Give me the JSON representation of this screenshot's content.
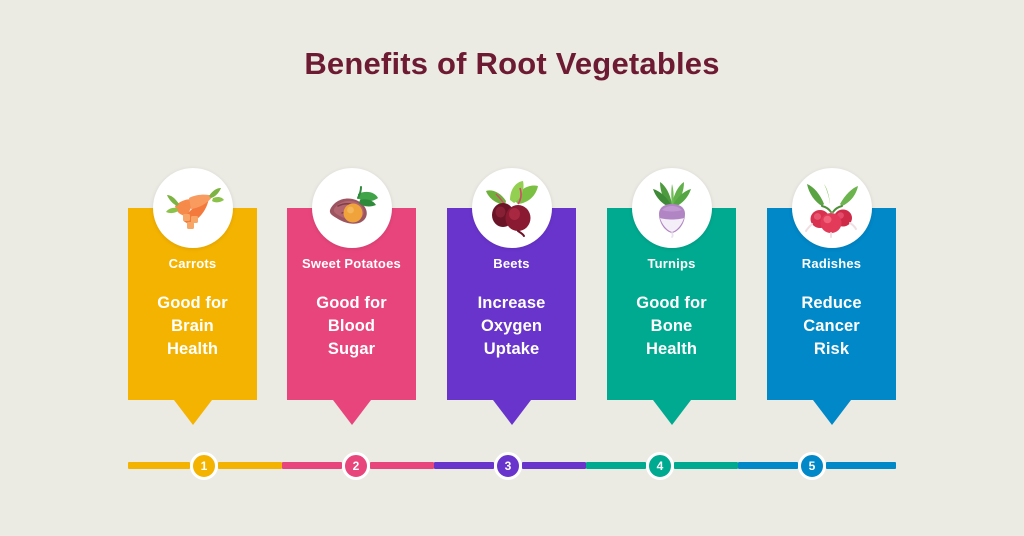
{
  "page": {
    "background_color": "#ebeae3",
    "title": "Benefits of Root Vegetables",
    "title_color": "#6d1b32"
  },
  "cards": [
    {
      "index": 1,
      "step": "1",
      "label": "Carrots",
      "benefit": "Good for\nBrain\nHealth",
      "benefit_lines": [
        "Good for",
        "Brain",
        "Health"
      ],
      "color": "#f5b301",
      "icon": "carrot-icon"
    },
    {
      "index": 2,
      "step": "2",
      "label": "Sweet Potatoes",
      "benefit": "Good for\nBlood\nSugar",
      "benefit_lines": [
        "Good for",
        "Blood",
        "Sugar"
      ],
      "color": "#e8457c",
      "icon": "sweet-potato-icon"
    },
    {
      "index": 3,
      "step": "3",
      "label": "Beets",
      "benefit": "Increase\nOxygen\nUptake",
      "benefit_lines": [
        "Increase",
        "Oxygen",
        "Uptake"
      ],
      "color": "#6934cc",
      "icon": "beet-icon"
    },
    {
      "index": 4,
      "step": "4",
      "label": "Turnips",
      "benefit": "Good for\nBone\nHealth",
      "benefit_lines": [
        "Good for",
        "Bone",
        "Health"
      ],
      "color": "#00aa90",
      "icon": "turnip-icon"
    },
    {
      "index": 5,
      "step": "5",
      "label": "Radishes",
      "benefit": "Reduce\nCancer\nRisk",
      "benefit_lines": [
        "Reduce",
        "Cancer",
        "Risk"
      ],
      "color": "#0088c8",
      "icon": "radish-icon"
    }
  ],
  "timeline": {
    "node_ring_color": "#ffffff",
    "steps": [
      "1",
      "2",
      "3",
      "4",
      "5"
    ]
  }
}
